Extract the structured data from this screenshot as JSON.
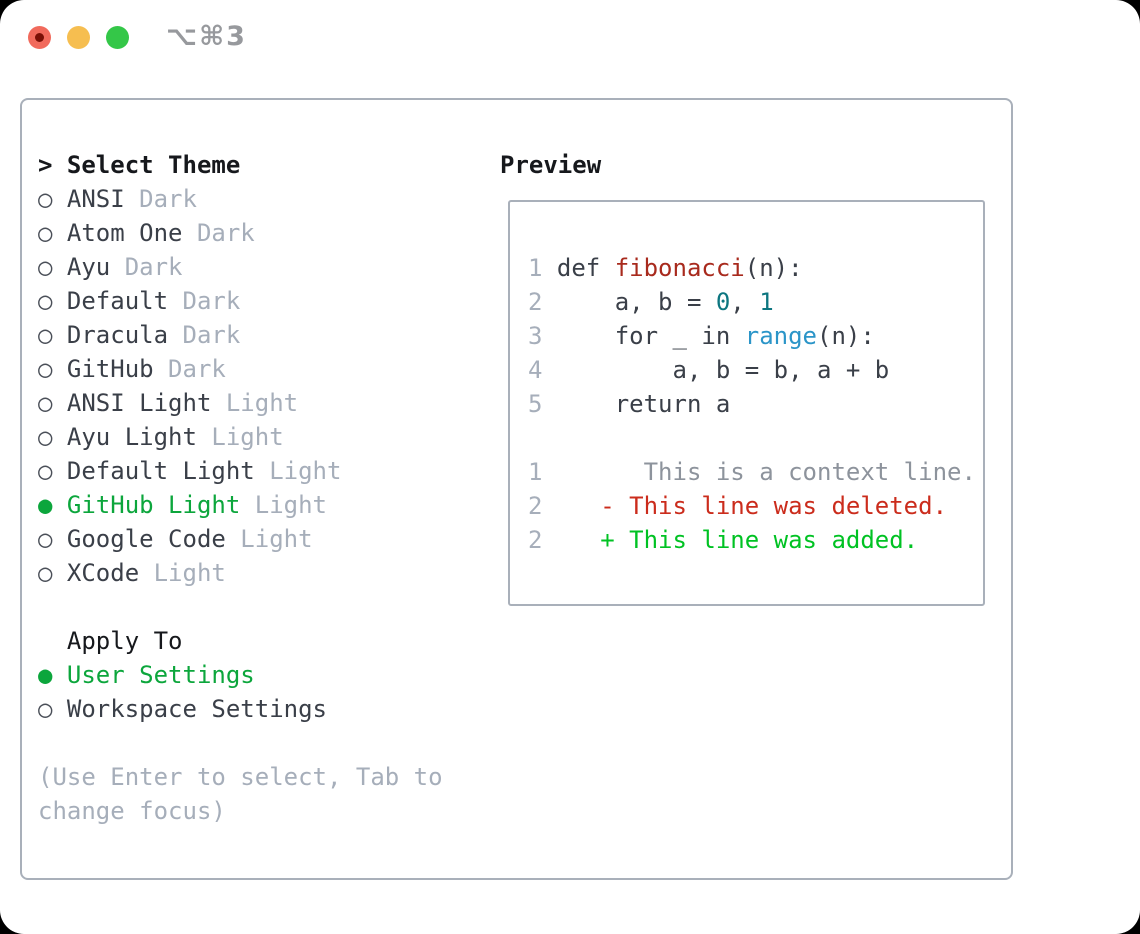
{
  "window": {
    "title": "⌥⌘3"
  },
  "colors": {
    "accent_green": "#0ca63c",
    "added_green": "#00c223",
    "removed_red": "#cb2c1c",
    "function_red": "#a82a1d",
    "number_teal": "#0d7680",
    "builtin_blue": "#2b95c8",
    "code_text": "#3a3f48",
    "muted": "#a6aeba",
    "context_gray": "#8d939c",
    "panel_border": "#a9b0ba",
    "heading_text": "#16181c",
    "window_title": "#97999d",
    "traffic_red": "#f16a5c",
    "traffic_red_dot": "#7a1006",
    "traffic_yellow": "#f6be50",
    "traffic_green": "#34c748"
  },
  "theme_panel": {
    "header": {
      "prefix": "> ",
      "label": "Select Theme"
    },
    "markers": {
      "selected": "●",
      "unselected": "○"
    },
    "themes": [
      {
        "name": "ANSI",
        "variant": "Dark",
        "selected": false
      },
      {
        "name": "Atom One",
        "variant": "Dark",
        "selected": false
      },
      {
        "name": "Ayu",
        "variant": "Dark",
        "selected": false
      },
      {
        "name": "Default",
        "variant": "Dark",
        "selected": false
      },
      {
        "name": "Dracula",
        "variant": "Dark",
        "selected": false
      },
      {
        "name": "GitHub",
        "variant": "Dark",
        "selected": false
      },
      {
        "name": "ANSI Light",
        "variant": "Light",
        "selected": false
      },
      {
        "name": "Ayu Light",
        "variant": "Light",
        "selected": false
      },
      {
        "name": "Default Light",
        "variant": "Light",
        "selected": false
      },
      {
        "name": "GitHub Light",
        "variant": "Light",
        "selected": true
      },
      {
        "name": "Google Code",
        "variant": "Light",
        "selected": false
      },
      {
        "name": "XCode",
        "variant": "Light",
        "selected": false
      }
    ],
    "apply_to": {
      "label": "Apply To",
      "options": [
        {
          "name": "User Settings",
          "selected": true
        },
        {
          "name": "Workspace Settings",
          "selected": false
        }
      ]
    },
    "hint_lines": [
      "(Use Enter to select, Tab to",
      "change focus)"
    ]
  },
  "preview": {
    "title": "Preview",
    "code_lines": [
      [
        [
          "ln",
          "1"
        ],
        [
          "code",
          " def "
        ],
        [
          "func",
          "fibonacci"
        ],
        [
          "code",
          "(n):"
        ]
      ],
      [
        [
          "ln",
          "2"
        ],
        [
          "code",
          "     a, b = "
        ],
        [
          "num",
          "0"
        ],
        [
          "code",
          ", "
        ],
        [
          "num",
          "1"
        ]
      ],
      [
        [
          "ln",
          "3"
        ],
        [
          "code",
          "     for _ in "
        ],
        [
          "builtin",
          "range"
        ],
        [
          "code",
          "(n):"
        ]
      ],
      [
        [
          "ln",
          "4"
        ],
        [
          "code",
          "         a, b = b, a + b"
        ]
      ],
      [
        [
          "ln",
          "5"
        ],
        [
          "code",
          "     return a"
        ]
      ],
      [],
      [
        [
          "ln",
          "1"
        ],
        [
          "ctx",
          "       This is a context line."
        ]
      ],
      [
        [
          "ln",
          "2"
        ],
        [
          "del",
          "    - This line was deleted."
        ]
      ],
      [
        [
          "ln",
          "2"
        ],
        [
          "add",
          "    + This line was added."
        ]
      ]
    ]
  }
}
